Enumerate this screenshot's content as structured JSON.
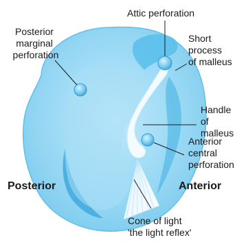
{
  "labels": {
    "attic_perforation": "Attic perforation",
    "posterior_marginal": [
      "Posterior",
      "marginal",
      "perforation"
    ],
    "short_process": [
      "Short",
      "process",
      "of malleus"
    ],
    "handle": [
      "Handle",
      "of",
      "malleus"
    ],
    "anterior_central": [
      "Anterior",
      "central",
      "perforation"
    ],
    "posterior": "Posterior",
    "anterior": "Anterior",
    "cone_of_light": [
      "Cone of light",
      "'the light reflex'"
    ]
  },
  "colors": {
    "membrane": "#8fd3f2",
    "membrane_edge": "#5ab8e6",
    "inner_light": "#bfe7fa",
    "shadow": "#3aa6dc",
    "perforation": "#6cc4ee",
    "text": "#1a1a1a"
  }
}
